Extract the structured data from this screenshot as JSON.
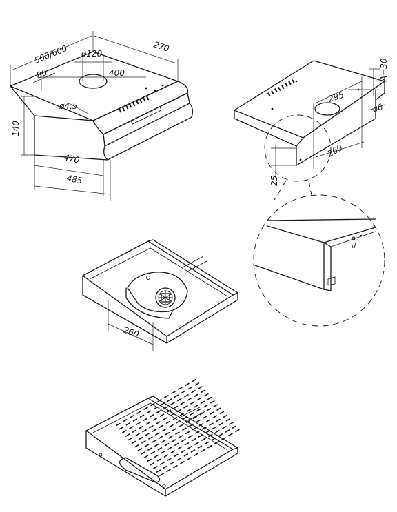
{
  "dimensions": {
    "width_range": "500/600",
    "duct_diameter": "ø120",
    "rear_depth": "270",
    "offset_80": "80",
    "span_400": "400",
    "hole_diameter": "ø4,5",
    "height_140": "140",
    "depth_470": "470",
    "depth_485": "485",
    "rear_offset_A": "A=30",
    "span_295": "295",
    "hole_6": "ø6",
    "bottom_260": "260",
    "height_25": "25",
    "fan_260": "260"
  },
  "colors": {
    "line": "#1a1a1a",
    "background": "#ffffff"
  }
}
